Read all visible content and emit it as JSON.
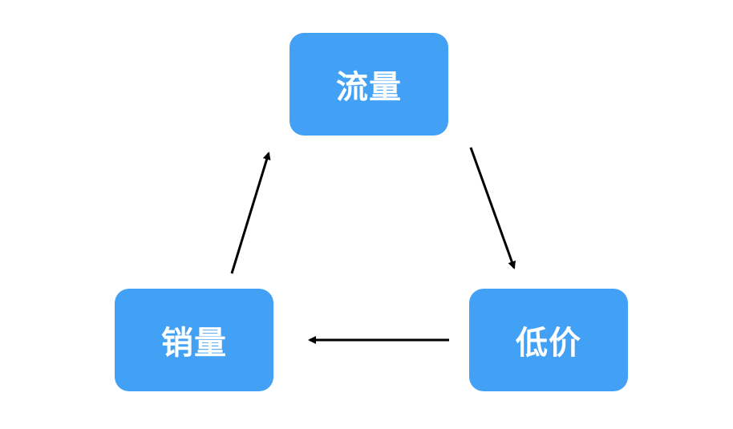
{
  "diagram": {
    "nodes": [
      {
        "id": "top",
        "label": "流量"
      },
      {
        "id": "right",
        "label": "低价"
      },
      {
        "id": "left",
        "label": "销量"
      }
    ],
    "edges": [
      {
        "from": "流量",
        "to": "低价"
      },
      {
        "from": "低价",
        "to": "销量"
      },
      {
        "from": "销量",
        "to": "流量"
      }
    ],
    "colors": {
      "node_fill": "#42a1f5",
      "node_text": "#ffffff",
      "arrow": "#000000"
    }
  }
}
